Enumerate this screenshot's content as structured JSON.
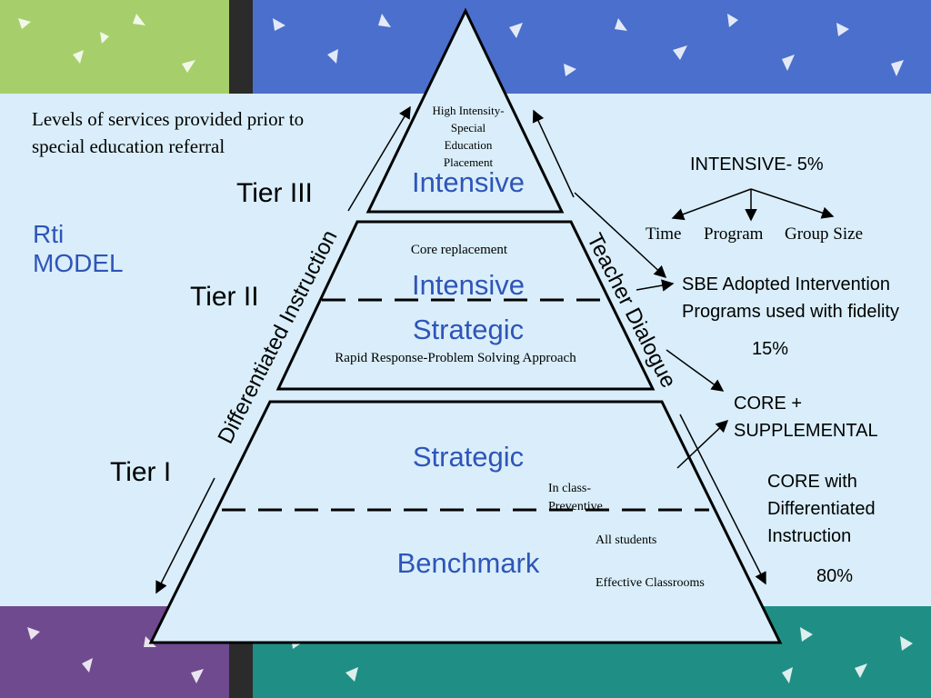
{
  "header": {
    "levels_line1": "Levels of services provided prior to",
    "levels_line2": "special education referral"
  },
  "model": {
    "line1": "Rti",
    "line2": "MODEL"
  },
  "tiers": {
    "tier3": "Tier III",
    "tier2": "Tier II",
    "tier1": "Tier I"
  },
  "pyramid": {
    "top_note": [
      "High Intensity-",
      "Special",
      "Education",
      "Placement"
    ],
    "top_label": "Intensive",
    "middle_note": "Core replacement",
    "middle_upper_label": "Intensive",
    "middle_lower_label": "Strategic",
    "middle_bottom_note": "Rapid Response-Problem Solving Approach",
    "bottom_upper_label": "Strategic",
    "bottom_note_line1": "In class-",
    "bottom_note_line2": "Preventive",
    "bottom_label": "Benchmark",
    "all_students": "All students",
    "effective": "Effective Classrooms"
  },
  "side_labels": {
    "left_diagonal": "Differentiated Instruction",
    "right_diagonal": "Teacher Dialogue"
  },
  "right_panel": {
    "intensive_pct": "INTENSIVE- 5%",
    "time": "Time",
    "program": "Program",
    "group_size": "Group Size",
    "sbe_line1": "SBE Adopted Intervention",
    "sbe_line2": "Programs used with fidelity",
    "pct15": "15%",
    "core_plus_line1": "CORE +",
    "core_plus_line2": "SUPPLEMENTAL",
    "core_with_line1": "CORE with",
    "core_with_line2": "Differentiated",
    "core_with_line3": "Instruction",
    "pct80": "80%"
  },
  "colors": {
    "accent_blue": "#2f55b8",
    "band_green": "#a6cf6b",
    "band_blue": "#4a6fcc",
    "band_purple": "#6f4a8e",
    "band_teal": "#1f8f86",
    "panel": "#d9eefa"
  }
}
